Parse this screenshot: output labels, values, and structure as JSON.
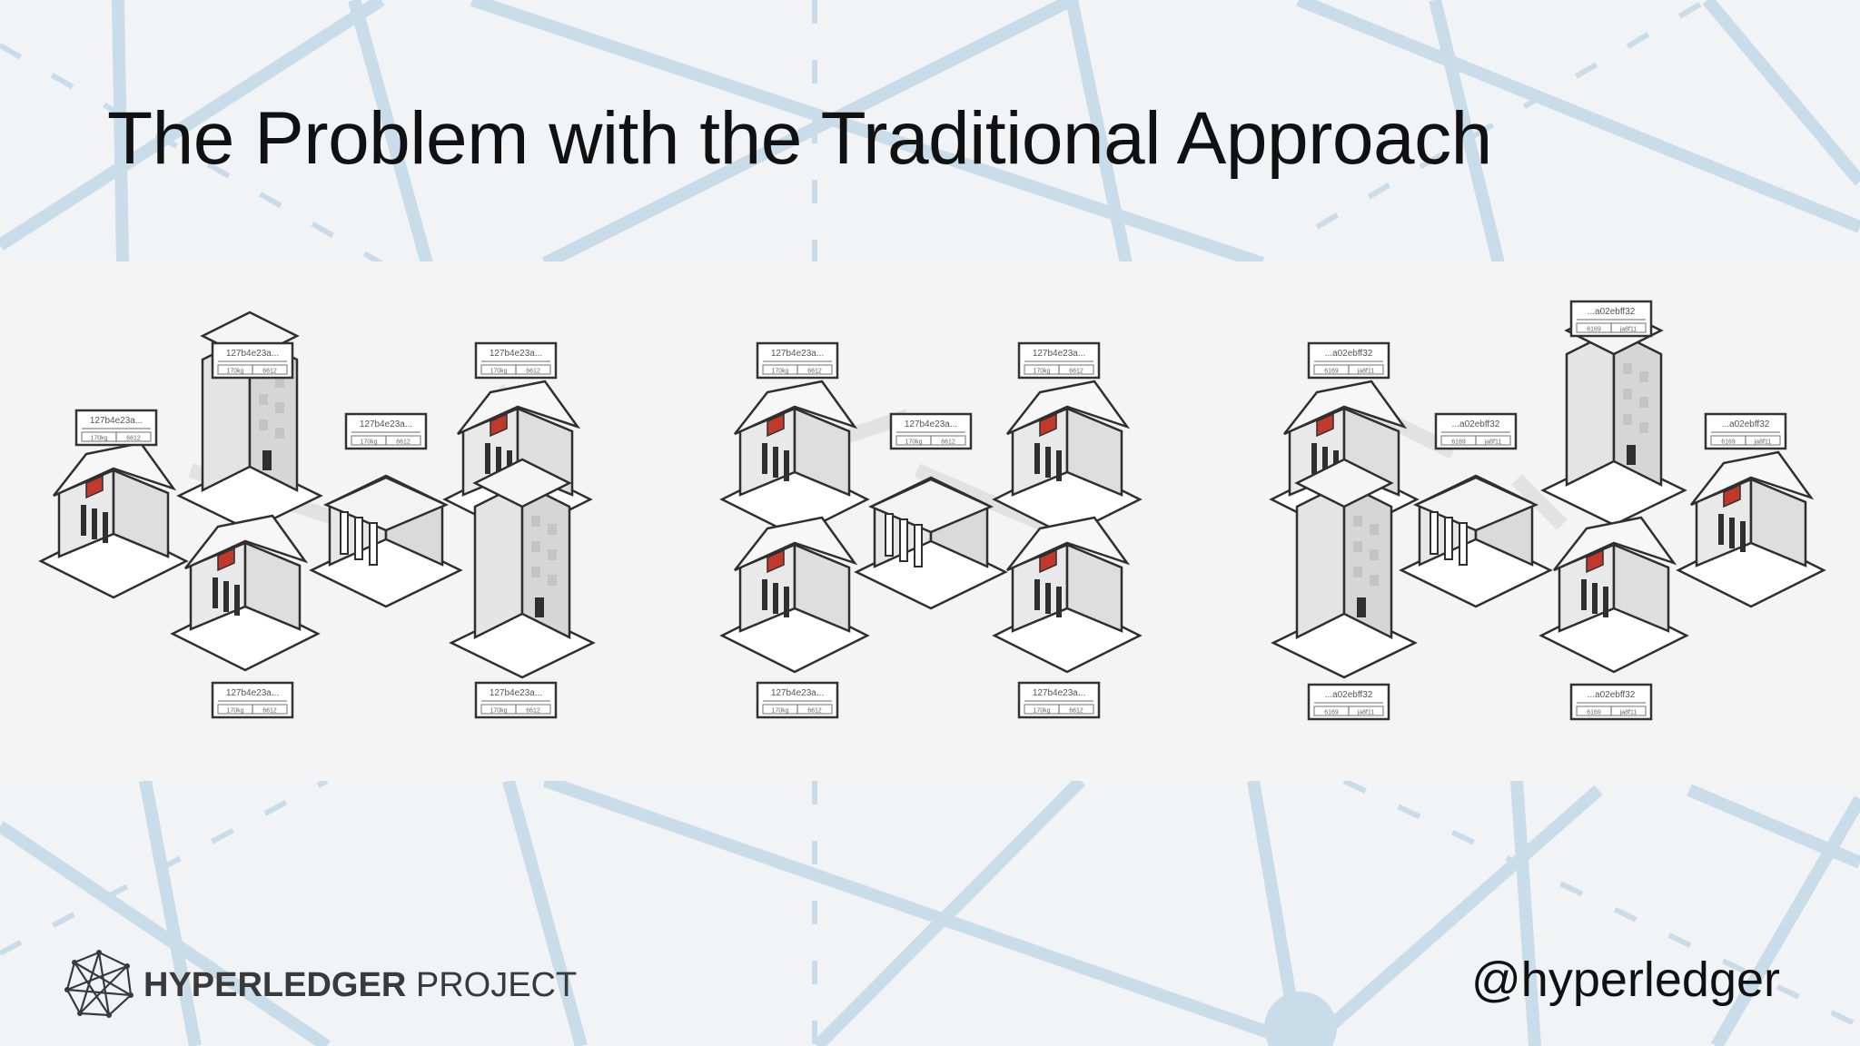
{
  "slide": {
    "title": "The Problem with the Traditional Approach",
    "handle": "@hyperledger"
  },
  "logo": {
    "bold_text": "HYPERLEDGER",
    "light_text": "PROJECT",
    "icon": "hyperledger-network-icon"
  },
  "diagrams": [
    {
      "name": "ledger-panel-1",
      "tag_line1": "127b4e23a...",
      "tag_line2": [
        "170kg",
        "6612"
      ],
      "tag_count": 6
    },
    {
      "name": "ledger-panel-2",
      "tag_line1": "127b4e23a...",
      "tag_line2": [
        "170kg",
        "6612"
      ],
      "tag_count": 5
    },
    {
      "name": "ledger-panel-3",
      "tag_line1": "...a02ebff32",
      "tag_line2": [
        "6169",
        "ja8f11"
      ],
      "tag_count": 6
    }
  ],
  "colors": {
    "background": "#f2f3f5",
    "network_lines": "#c9dce9",
    "band": "#f4f4f4",
    "building_fill": "#e9e9e9",
    "building_stroke": "#2f2f2f",
    "bank_sign": "#c0392b"
  }
}
